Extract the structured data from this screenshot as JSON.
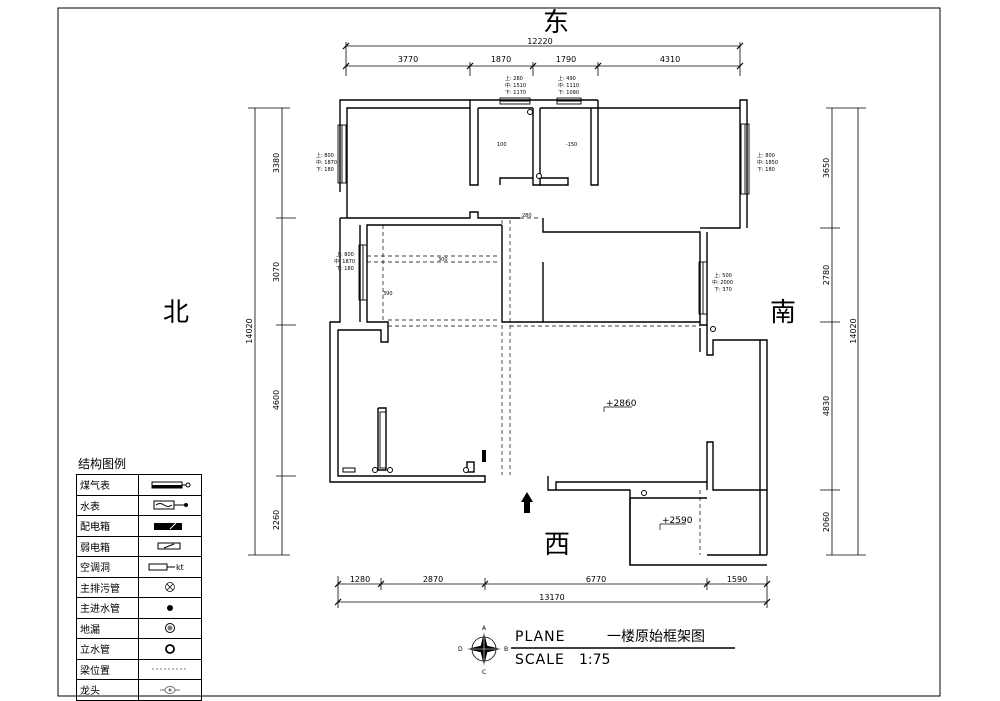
{
  "directions": {
    "top": "东",
    "left": "北",
    "right": "南",
    "bottom": "西"
  },
  "dims_top": {
    "total": "12220",
    "segments": [
      "3770",
      "1870",
      "1790",
      "4310"
    ]
  },
  "dims_bottom": {
    "total": "13170",
    "segments": [
      "1280",
      "2870",
      "6770",
      "1590"
    ]
  },
  "dims_left": {
    "total": "14020",
    "segments": [
      "3380",
      "3070",
      "4600",
      "2260"
    ]
  },
  "dims_right": {
    "total": "14020",
    "segments": [
      "3650",
      "2780",
      "4830",
      "2060"
    ]
  },
  "window_notes": [
    [
      "上: 280",
      "中: 1510",
      "下: 1170"
    ],
    [
      "上: 490",
      "中: 1110",
      "下: 1090"
    ],
    [
      "上: 800",
      "中: 1870",
      "下: 180"
    ],
    [
      "上: 800",
      "中: 1850",
      "下: 180"
    ],
    [
      "上: 800",
      "中: 1870",
      "下: 180"
    ],
    [
      "上: 500",
      "中: 2000",
      "下: 370"
    ]
  ],
  "levels": {
    "main": "+2860",
    "lower": "+2590",
    "bath1": "100",
    "bath2": "-150",
    "beam1": "390",
    "beam2": "300",
    "beam3": "280"
  },
  "legend": {
    "title": "结构图例",
    "items": [
      {
        "label": "煤气表",
        "icon": "gas-meter-icon"
      },
      {
        "label": "水表",
        "icon": "water-meter-icon"
      },
      {
        "label": "配电箱",
        "icon": "distribution-box-icon"
      },
      {
        "label": "弱电箱",
        "icon": "weak-current-box-icon"
      },
      {
        "label": "空调洞",
        "icon": "ac-hole-icon",
        "suffix": "kt"
      },
      {
        "label": "主排污管",
        "icon": "main-drain-pipe-icon"
      },
      {
        "label": "主进水管",
        "icon": "main-water-inlet-icon"
      },
      {
        "label": "地漏",
        "icon": "floor-drain-icon"
      },
      {
        "label": "立水管",
        "icon": "vertical-water-pipe-icon"
      },
      {
        "label": "梁位置",
        "icon": "beam-position-icon"
      },
      {
        "label": "龙头",
        "icon": "faucet-icon"
      }
    ]
  },
  "compass": {
    "n": "A",
    "e": "B",
    "s": "C",
    "w": "D"
  },
  "title_block": {
    "plane_label": "PLANE",
    "plane_title": "一楼原始框架图",
    "scale_label": "SCALE",
    "scale_value": "1:75"
  }
}
